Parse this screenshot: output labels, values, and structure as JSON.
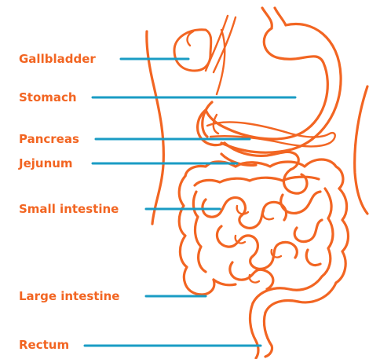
{
  "diagram": {
    "colors": {
      "organ_outline": "#f26522",
      "label_text": "#f26522",
      "leader_line": "#1a9cc4",
      "background": "#ffffff"
    },
    "labels": {
      "gallbladder": "Gallbladder",
      "stomach": "Stomach",
      "pancreas": "Pancreas",
      "jejunum": "Jejunum",
      "small_intestine": "Small intestine",
      "large_intestine": "Large intestine",
      "rectum": "Rectum"
    }
  }
}
